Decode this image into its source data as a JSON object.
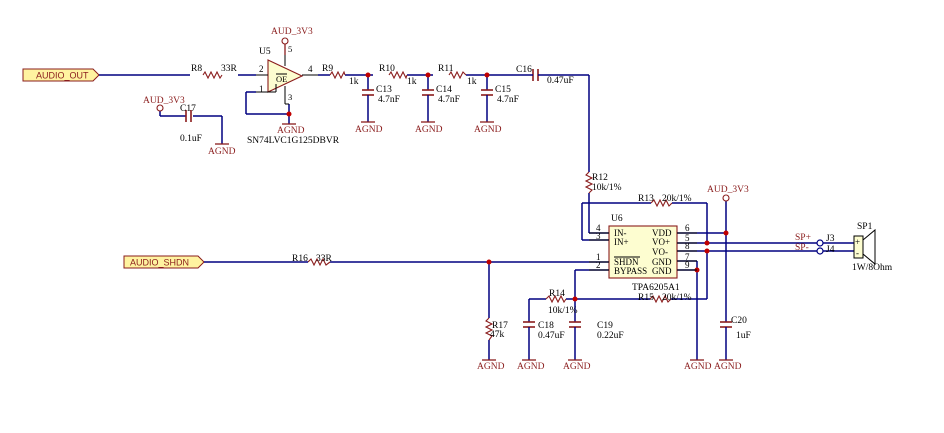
{
  "ports": {
    "audio_out": "AUDIO_OUT",
    "audio_shdn": "AUDIO_SHDN"
  },
  "power": {
    "aud_3v3": "AUD_3V3",
    "agnd": "AGND"
  },
  "components": {
    "U5": {
      "ref": "U5",
      "part": "SN74LVC1G125DBVR",
      "pin_in": "2",
      "pin_out": "4",
      "pin_oe": "1",
      "pin_vcc": "5",
      "pin_gnd": "3",
      "oe_label": "OE"
    },
    "U6": {
      "ref": "U6",
      "part": "TPA6205A1",
      "pins_left": [
        {
          "name": "IN-",
          "num": "4"
        },
        {
          "name": "IN+",
          "num": "3"
        },
        {
          "name": "SHDN",
          "num": "1"
        },
        {
          "name": "BYPASS",
          "num": "2"
        }
      ],
      "pins_right": [
        {
          "name": "VDD",
          "num": "6"
        },
        {
          "name": "VO+",
          "num": "5"
        },
        {
          "name": "VO-",
          "num": "8"
        },
        {
          "name": "GND",
          "num": "7"
        },
        {
          "name": "GND",
          "num": "9"
        }
      ]
    },
    "R8": {
      "ref": "R8",
      "value": "33R"
    },
    "R9": {
      "ref": "R9",
      "value": "1k"
    },
    "R10": {
      "ref": "R10",
      "value": "1k"
    },
    "R11": {
      "ref": "R11",
      "value": "1k"
    },
    "R12": {
      "ref": "R12",
      "value": "10k/1%"
    },
    "R13": {
      "ref": "R13",
      "value": "20k/1%"
    },
    "R14": {
      "ref": "R14",
      "value": "10k/1%"
    },
    "R15": {
      "ref": "R15",
      "value": "20k/1%"
    },
    "R16": {
      "ref": "R16",
      "value": "33R"
    },
    "R17": {
      "ref": "R17",
      "value": "47k"
    },
    "C13": {
      "ref": "C13",
      "value": "4.7nF"
    },
    "C14": {
      "ref": "C14",
      "value": "4.7nF"
    },
    "C15": {
      "ref": "C15",
      "value": "4.7nF"
    },
    "C16": {
      "ref": "C16",
      "value": "0.47uF"
    },
    "C17": {
      "ref": "C17",
      "value": "0.1uF"
    },
    "C18": {
      "ref": "C18",
      "value": "0.47uF"
    },
    "C19": {
      "ref": "C19",
      "value": "0.22uF"
    },
    "C20": {
      "ref": "C20",
      "value": "1uF"
    },
    "J3": {
      "ref": "J3"
    },
    "J4": {
      "ref": "J4"
    },
    "SP1": {
      "ref": "SP1",
      "value": "1W/8Ohm",
      "plus": "+",
      "minus": "-"
    }
  },
  "nets": {
    "sp_plus": "SP+",
    "sp_minus": "SP-"
  },
  "colors": {
    "wire": "#000080",
    "component": "#8a1c1c",
    "body_fill": "#fdfdd0",
    "junction": "#c00000",
    "port_fill": "#fff3a0"
  }
}
